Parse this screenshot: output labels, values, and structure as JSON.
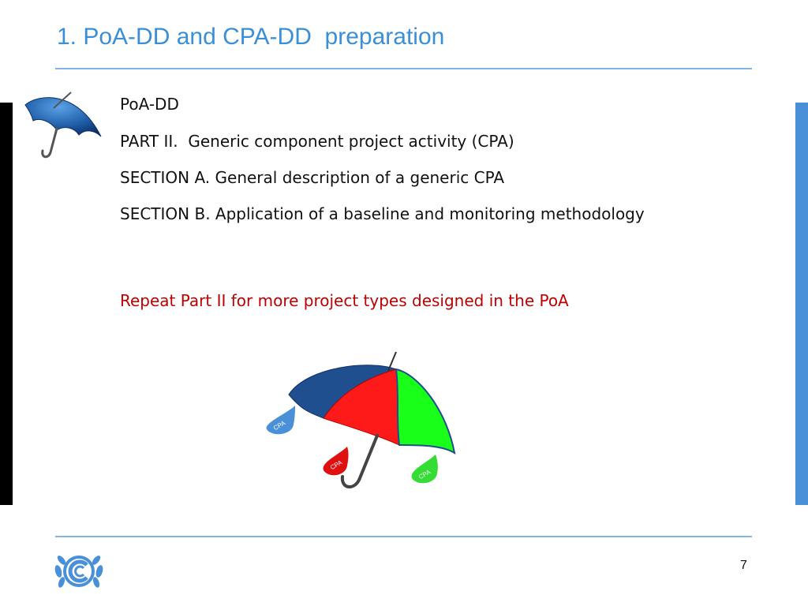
{
  "slide": {
    "title": "1. PoA-DD and CPA-DD  preparation",
    "lines": [
      "PoA-DD",
      "PART II.  Generic component project activity (CPA)",
      "SECTION A. General description of a generic CPA",
      "SECTION B. Application of a baseline and monitoring methodology"
    ],
    "note": "Repeat Part II for more project types designed in the PoA",
    "page_number": "7"
  },
  "illustration": {
    "drop_labels": [
      "CPA",
      "CPA",
      "CPA"
    ]
  },
  "colors": {
    "title": "#3a8fd6",
    "note": "#c00000",
    "umbrella_blue": "#1f4f8f",
    "umbrella_red": "#ff1a1a",
    "umbrella_green": "#1aff1a"
  }
}
